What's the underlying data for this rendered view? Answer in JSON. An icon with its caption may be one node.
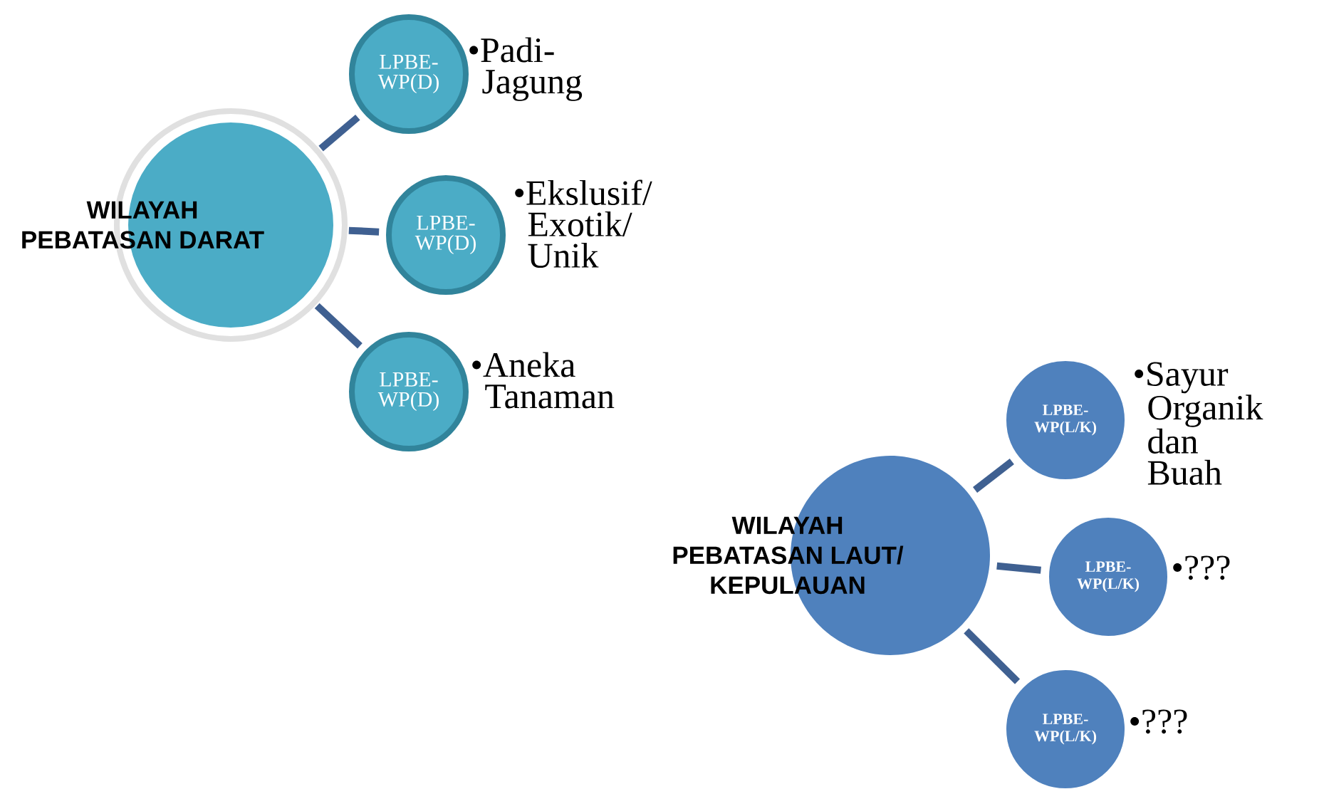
{
  "diagram": {
    "nodes": [
      {
        "text": [
          "WILAYAH PEBATASAN  DARAT"
        ]
      },
      {
        "text": [
          "LPBE-WP(D)"
        ],
        "beside": [
          "•Padi-Jagung"
        ]
      },
      {
        "text": [
          "LPBE-WP(D)"
        ],
        "beside": [
          "•Ekslusif/ Exotik/ Unik"
        ]
      },
      {
        "text": [
          "LPBE-WP(D)"
        ],
        "beside": [
          "•Aneka Tanaman"
        ]
      },
      {
        "text": [
          "WILAYAH PEBATASAN  LAUT/ KEPULAUAN"
        ]
      },
      {
        "text": [
          "LPBE-WP(L/K)"
        ],
        "beside": [
          "•Sayur Organik dan Buah"
        ]
      },
      {
        "text": [
          "LPBE-WP(L/K)"
        ],
        "beside": [
          "•???"
        ]
      },
      {
        "text": [
          "LPBE-WP(L/K)"
        ],
        "beside": [
          "•???"
        ]
      }
    ],
    "edges": [
      {
        "from": 0,
        "to": 1,
        "arrow": "none"
      },
      {
        "from": 0,
        "to": 2,
        "arrow": "none"
      },
      {
        "from": 0,
        "to": 3,
        "arrow": "none"
      },
      {
        "from": 4,
        "to": 5,
        "arrow": "none"
      },
      {
        "from": 4,
        "to": 6,
        "arrow": "none"
      },
      {
        "from": 4,
        "to": 7,
        "arrow": "none"
      }
    ]
  }
}
